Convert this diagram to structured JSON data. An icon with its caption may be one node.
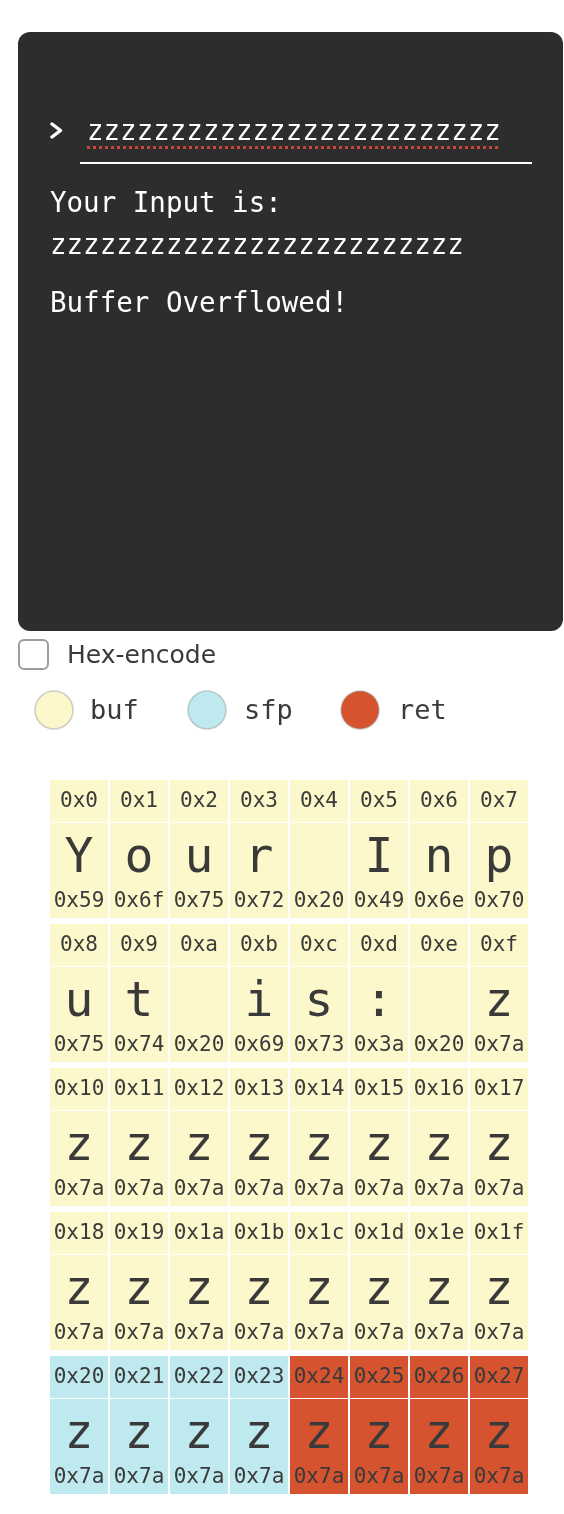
{
  "diagram": {
    "nodes": [
      {
        "text": [
          "zzzzzzzzzzzzzzzzzzzzzzzzz",
          "Your Input is: zzzzzzzzzzzzzzzzzzzzzzzzz",
          "Buffer Overflowed!"
        ]
      },
      {
        "text": [
          "0x0"
        ]
      },
      {
        "text": [
          "0x1"
        ]
      },
      {
        "text": [
          "0x2"
        ]
      },
      {
        "text": [
          "0x3"
        ]
      },
      {
        "text": [
          "0x4"
        ]
      },
      {
        "text": [
          "0x5"
        ]
      },
      {
        "text": [
          "0x6"
        ]
      },
      {
        "text": [
          "0x7"
        ]
      },
      {
        "text": [
          "Y",
          "0x59"
        ]
      },
      {
        "text": [
          "o",
          "0x6f"
        ]
      },
      {
        "text": [
          "u",
          "0x75"
        ]
      },
      {
        "text": [
          "r",
          "0x72"
        ]
      },
      {
        "text": [
          "0x20"
        ]
      },
      {
        "text": [
          "I",
          "0x49"
        ]
      },
      {
        "text": [
          "n",
          "0x6e"
        ]
      },
      {
        "text": [
          "p",
          "0x70"
        ]
      },
      {
        "text": [
          "0x8"
        ]
      },
      {
        "text": [
          "0x9"
        ]
      },
      {
        "text": [
          "0xa"
        ]
      },
      {
        "text": [
          "0xb"
        ]
      },
      {
        "text": [
          "0xc"
        ]
      },
      {
        "text": [
          "0xd"
        ]
      },
      {
        "text": [
          "0xe"
        ]
      },
      {
        "text": [
          "0xf"
        ]
      },
      {
        "text": [
          "u",
          "0x75"
        ]
      },
      {
        "text": [
          "t",
          "0x74"
        ]
      },
      {
        "text": [
          "0x20"
        ]
      },
      {
        "text": [
          "i",
          "0x69"
        ]
      },
      {
        "text": [
          "s",
          "0x73"
        ]
      },
      {
        "text": [
          ":",
          "0x3a"
        ]
      },
      {
        "text": [
          "0x20"
        ]
      },
      {
        "text": [
          "z",
          "0x7a"
        ]
      },
      {
        "text": [
          "0x10"
        ]
      },
      {
        "text": [
          "0x11"
        ]
      },
      {
        "text": [
          "0x12"
        ]
      },
      {
        "text": [
          "0x13"
        ]
      },
      {
        "text": [
          "0x14"
        ]
      },
      {
        "text": [
          "0x15"
        ]
      },
      {
        "text": [
          "0x16"
        ]
      },
      {
        "text": [
          "0x17"
        ]
      },
      {
        "text": [
          "z",
          "0x7a"
        ]
      },
      {
        "text": [
          "z",
          "0x7a"
        ]
      },
      {
        "text": [
          "z",
          "0x7a"
        ]
      },
      {
        "text": [
          "z",
          "0x7a"
        ]
      },
      {
        "text": [
          "z",
          "0x7a"
        ]
      },
      {
        "text": [
          "z",
          "0x7a"
        ]
      },
      {
        "text": [
          "z",
          "0x7a"
        ]
      },
      {
        "text": [
          "z",
          "0x7a"
        ]
      },
      {
        "text": [
          "0x18"
        ]
      },
      {
        "text": [
          "0x19"
        ]
      },
      {
        "text": [
          "0x1a"
        ]
      },
      {
        "text": [
          "0x1b"
        ]
      },
      {
        "text": [
          "0x1c"
        ]
      },
      {
        "text": [
          "0x1d"
        ]
      },
      {
        "text": [
          "0x1e"
        ]
      },
      {
        "text": [
          "0x1f"
        ]
      },
      {
        "text": [
          "z",
          "0x7a"
        ]
      },
      {
        "text": [
          "z",
          "0x7a"
        ]
      },
      {
        "text": [
          "z",
          "0x7a"
        ]
      },
      {
        "text": [
          "z",
          "0x7a"
        ]
      },
      {
        "text": [
          "z",
          "0x7a"
        ]
      },
      {
        "text": [
          "z",
          "0x7a"
        ]
      },
      {
        "text": [
          "z",
          "0x7a"
        ]
      },
      {
        "text": [
          "z",
          "0x7a"
        ]
      },
      {
        "text": [
          "0x20"
        ]
      },
      {
        "text": [
          "0x21"
        ]
      },
      {
        "text": [
          "0x22"
        ]
      },
      {
        "text": [
          "0x23"
        ]
      },
      {
        "text": [
          "0x24"
        ]
      },
      {
        "text": [
          "0x25"
        ]
      },
      {
        "text": [
          "0x26"
        ]
      },
      {
        "text": [
          "0x27"
        ]
      },
      {
        "text": [
          "z",
          "0x7a"
        ]
      },
      {
        "text": [
          "z",
          "0x7a"
        ]
      },
      {
        "text": [
          "z",
          "0x7a"
        ]
      },
      {
        "text": [
          "z",
          "0x7a"
        ]
      },
      {
        "text": [
          "z",
          "0x7a"
        ]
      },
      {
        "text": [
          "z",
          "0x7a"
        ]
      },
      {
        "text": [
          "z",
          "0x7a"
        ]
      },
      {
        "text": [
          "z",
          "0x7a"
        ]
      }
    ],
    "labels": [
      "Hex-encode"
    ],
    "legend": [
      {
        "text": "buf",
        "color": "#fdf8cb"
      },
      {
        "text": "sfp",
        "color": "#bde9ef"
      },
      {
        "text": "ret",
        "color": "#d5532e"
      }
    ]
  }
}
